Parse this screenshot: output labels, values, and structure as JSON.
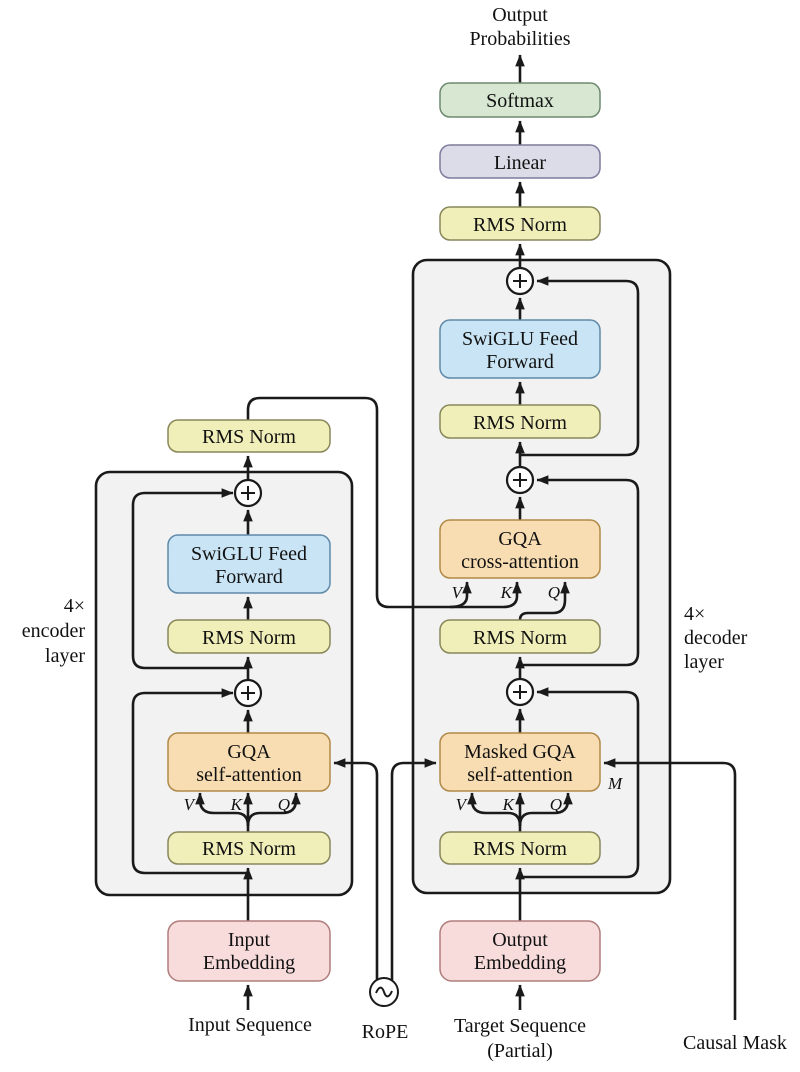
{
  "colors": {
    "container": "#f2f2f2",
    "green": "#d7e7d2",
    "lavender": "#dcdce8",
    "yellow": "#f1efb9",
    "blue": "#c9e4f4",
    "orange": "#f8dcb2",
    "pink": "#f8dcdc",
    "line": "#1a1a1a"
  },
  "output_head": {
    "probabilities": [
      "Output",
      "Probabilities"
    ],
    "softmax": "Softmax",
    "linear": "Linear",
    "norm": "RMS Norm"
  },
  "encoder": {
    "multiplier": [
      "4×",
      "encoder",
      "layer"
    ],
    "output_norm": "RMS Norm",
    "feed_forward": [
      "SwiGLU Feed",
      "Forward"
    ],
    "ff_norm": "RMS Norm",
    "attention": [
      "GQA",
      "self-attention"
    ],
    "attention_heads": {
      "v": "V",
      "k": "K",
      "q": "Q"
    },
    "attention_norm": "RMS Norm",
    "embedding": [
      "Input",
      "Embedding"
    ],
    "input_label": "Input Sequence"
  },
  "decoder": {
    "multiplier": [
      "4×",
      "decoder",
      "layer"
    ],
    "feed_forward": [
      "SwiGLU Feed",
      "Forward"
    ],
    "ff_norm": "RMS Norm",
    "cross_attention": [
      "GQA",
      "cross-attention"
    ],
    "cross_heads": {
      "v": "V",
      "k": "K",
      "q": "Q"
    },
    "cross_norm": "RMS Norm",
    "masked_attention": [
      "Masked GQA",
      "self-attention"
    ],
    "masked_heads": {
      "v": "V",
      "k": "K",
      "q": "Q",
      "m": "M"
    },
    "attention_norm": "RMS Norm",
    "embedding": [
      "Output",
      "Embedding"
    ],
    "input_label": [
      "Target Sequence",
      "(Partial)"
    ]
  },
  "rope": {
    "label": "RoPE"
  },
  "causal_mask": {
    "label": "Causal Mask"
  }
}
